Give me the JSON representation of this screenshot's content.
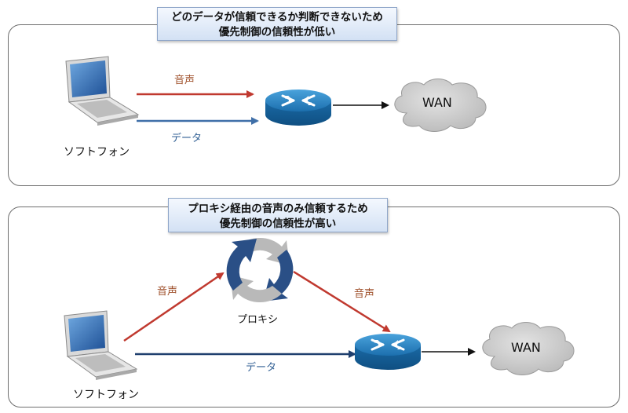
{
  "top_panel": {
    "title_line1": "どのデータが信頼できるか判断できないため",
    "title_line2": "優先制御の信頼性が低い",
    "device_label": "ソフトフォン",
    "voice_label": "音声",
    "data_label": "データ",
    "wan_label": "WAN"
  },
  "bottom_panel": {
    "title_line1": "プロキシ経由の音声のみ信頼するため",
    "title_line2": "優先制御の信頼性が高い",
    "device_label": "ソフトフォン",
    "voice_label_left": "音声",
    "voice_label_right": "音声",
    "proxy_label": "プロキシ",
    "data_label": "データ",
    "wan_label": "WAN"
  },
  "colors": {
    "voice_arrow": "#c0392f",
    "data_arrow": "#3f6fa8",
    "data_arrow_dark": "#1f3f6e",
    "router_body": "#1f7bbd",
    "cloud": "#c9c9c9",
    "voice_text": "#a0522d",
    "data_text": "#2f5e93"
  },
  "icons": [
    "laptop-icon",
    "router-icon",
    "cloud-icon",
    "proxy-cycle-icon"
  ]
}
